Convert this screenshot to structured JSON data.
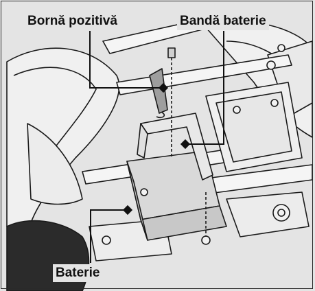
{
  "labels": {
    "positive_terminal": "Bornă pozitivă",
    "battery_strap": "Bandă baterie",
    "battery": "Baterie"
  },
  "colors": {
    "background": "#e4e4e4",
    "line": "#1a1a1a",
    "frame": "#2a2a2a"
  }
}
